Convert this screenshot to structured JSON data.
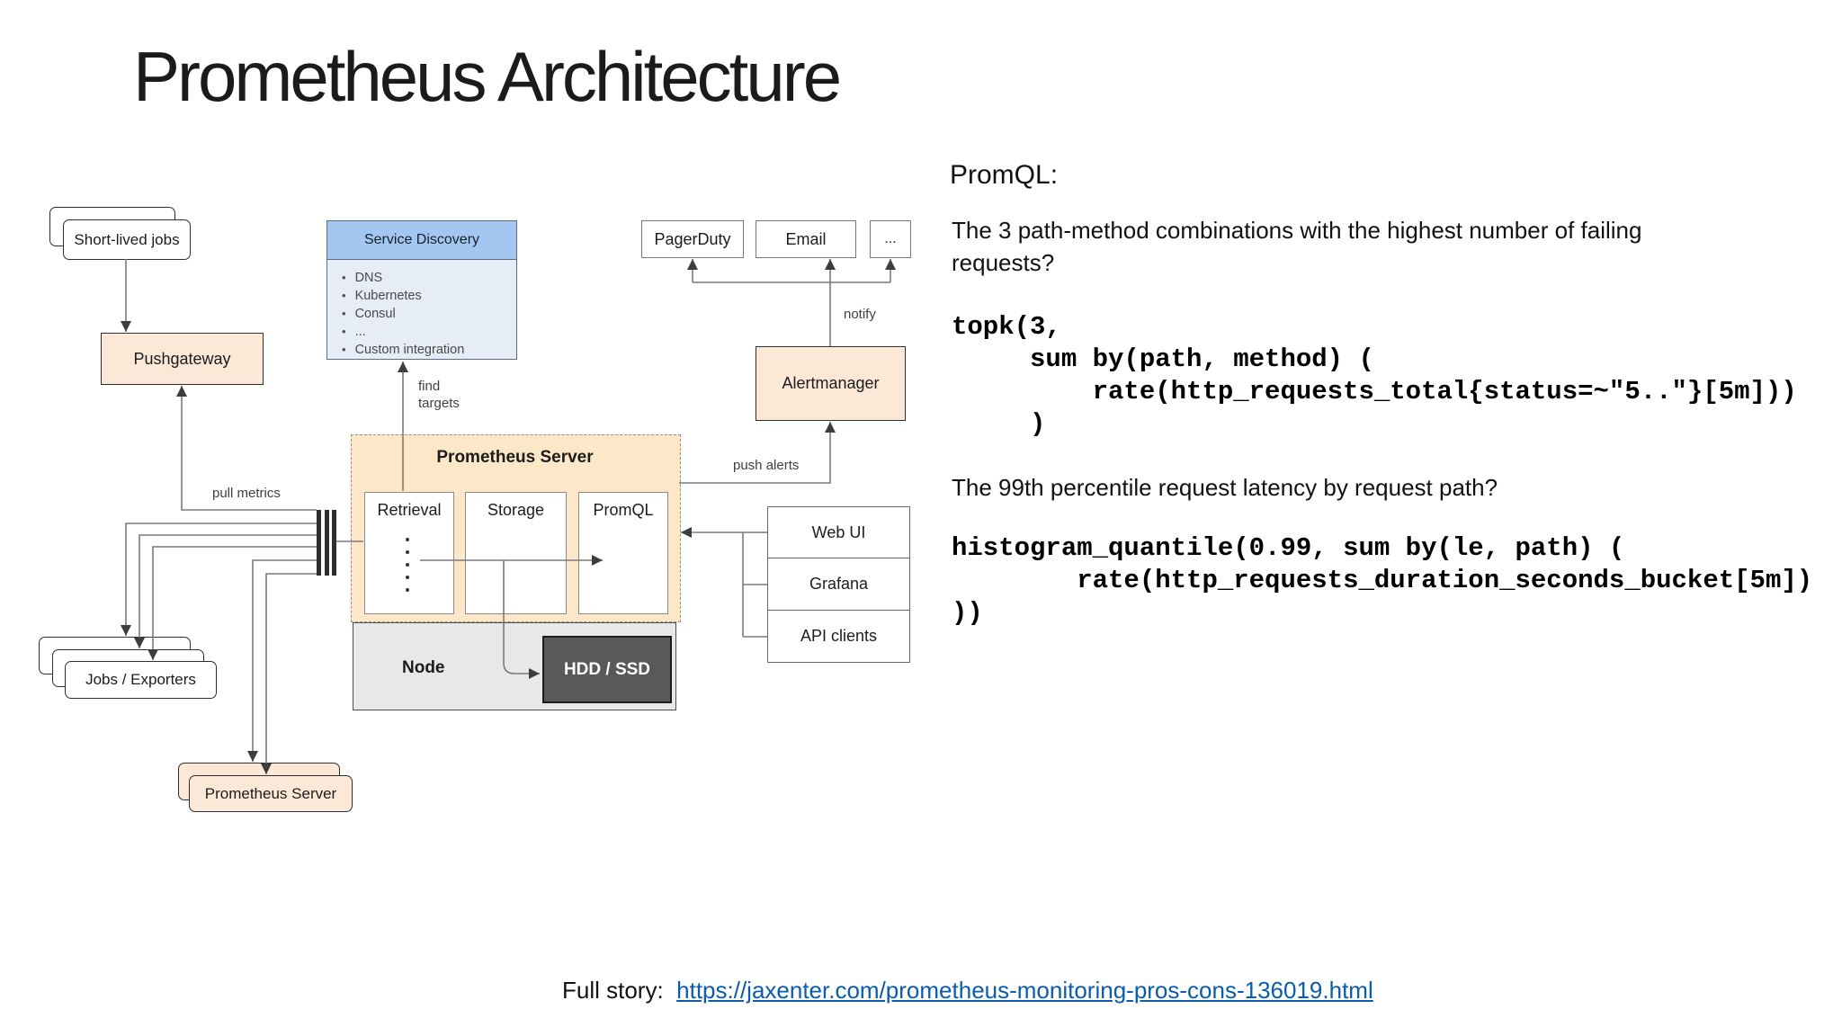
{
  "slide": {
    "title": "Prometheus Architecture"
  },
  "diagram": {
    "short_lived_jobs": "Short-lived jobs",
    "pushgateway": "Pushgateway",
    "service_discovery": {
      "title": "Service Discovery",
      "items": [
        "DNS",
        "Kubernetes",
        "Consul",
        "...",
        "Custom integration"
      ]
    },
    "pagerduty": "PagerDuty",
    "email": "Email",
    "more_integrations": "...",
    "alertmanager": "Alertmanager",
    "prometheus_server": {
      "title": "Prometheus Server",
      "retrieval": "Retrieval",
      "storage": "Storage",
      "promql": "PromQL"
    },
    "node": {
      "title": "Node",
      "hdd": "HDD / SSD"
    },
    "web_ui": "Web UI",
    "grafana": "Grafana",
    "api_clients": "API clients",
    "jobs_exporters": "Jobs / Exporters",
    "prometheus_server_bottom": "Prometheus Server",
    "labels": {
      "pull_metrics": "pull metrics",
      "find": "find",
      "targets": "targets",
      "push_alerts": "push alerts",
      "notify": "notify"
    }
  },
  "promql_panel": {
    "heading": "PromQL:",
    "question1": "The 3 path-method combinations with the highest number of failing requests?",
    "code1": "topk(3,\n     sum by(path, method) (\n         rate(http_requests_total{status=~\"5..\"}[5m]))\n     )",
    "question2": "The 99th percentile request latency by request path?",
    "code2": "histogram_quantile(0.99, sum by(le, path) (\n        rate(http_requests_duration_seconds_bucket[5m])\n))"
  },
  "footer": {
    "label": "Full story:",
    "link_text": "https://jaxenter.com/prometheus-monitoring-pros-cons-136019.html"
  },
  "colors": {
    "peach_box": "#fce8d6",
    "server_fill": "#fce7c9",
    "sd_header_blue": "#a3c7f0",
    "sd_body_blue": "#e6edf6",
    "node_gray": "#e8e8e8",
    "hdd_dark": "#595959",
    "link_blue": "#0b5cad",
    "line_gray": "#7a7a7a"
  }
}
